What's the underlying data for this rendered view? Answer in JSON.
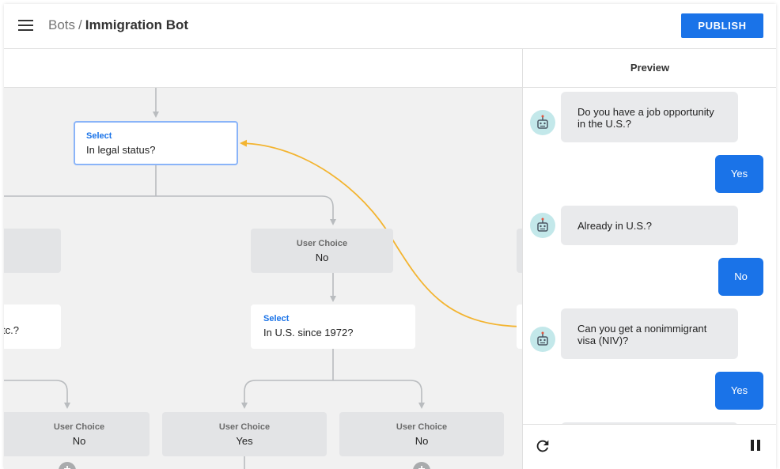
{
  "header": {
    "breadcrumb_root": "Bots",
    "breadcrumb_separator": "/",
    "bot_name": "Immigration Bot",
    "publish_label": "PUBLISH"
  },
  "flow": {
    "nodes": [
      {
        "type": "Select",
        "label": "In legal status?"
      },
      {
        "type": "User Choice",
        "label": "No"
      },
      {
        "type": "Select",
        "label": "In U.S. since 1972?"
      },
      {
        "type": "",
        "label": "tc.?"
      },
      {
        "type": "User Choice",
        "label": "No"
      },
      {
        "type": "User Choice",
        "label": "Yes"
      },
      {
        "type": "User Choice",
        "label": "No"
      }
    ],
    "add_glyph": "+",
    "colors": {
      "canvas_background": "#f1f1f1",
      "connector": "#b9bcbf",
      "link_connector": "#f3b430",
      "active_node_border": "#8ab4f8"
    }
  },
  "preview": {
    "title": "Preview",
    "messages": [
      {
        "from": "bot",
        "text": "Do you have a job opportunity in the U.S.?"
      },
      {
        "from": "user",
        "text": "Yes"
      },
      {
        "from": "bot",
        "text": "Already in U.S.?"
      },
      {
        "from": "user",
        "text": "No"
      },
      {
        "from": "bot",
        "text": "Can you get a nonimmigrant visa (NIV)?"
      },
      {
        "from": "user",
        "text": "Yes"
      }
    ],
    "icons": {
      "restart": "refresh-icon",
      "pause": "pause-icon",
      "avatar": "robot-icon"
    },
    "colors": {
      "user_bubble": "#1a73e8",
      "bot_bubble": "#e9eaec",
      "avatar": "#c3e8ea"
    }
  }
}
